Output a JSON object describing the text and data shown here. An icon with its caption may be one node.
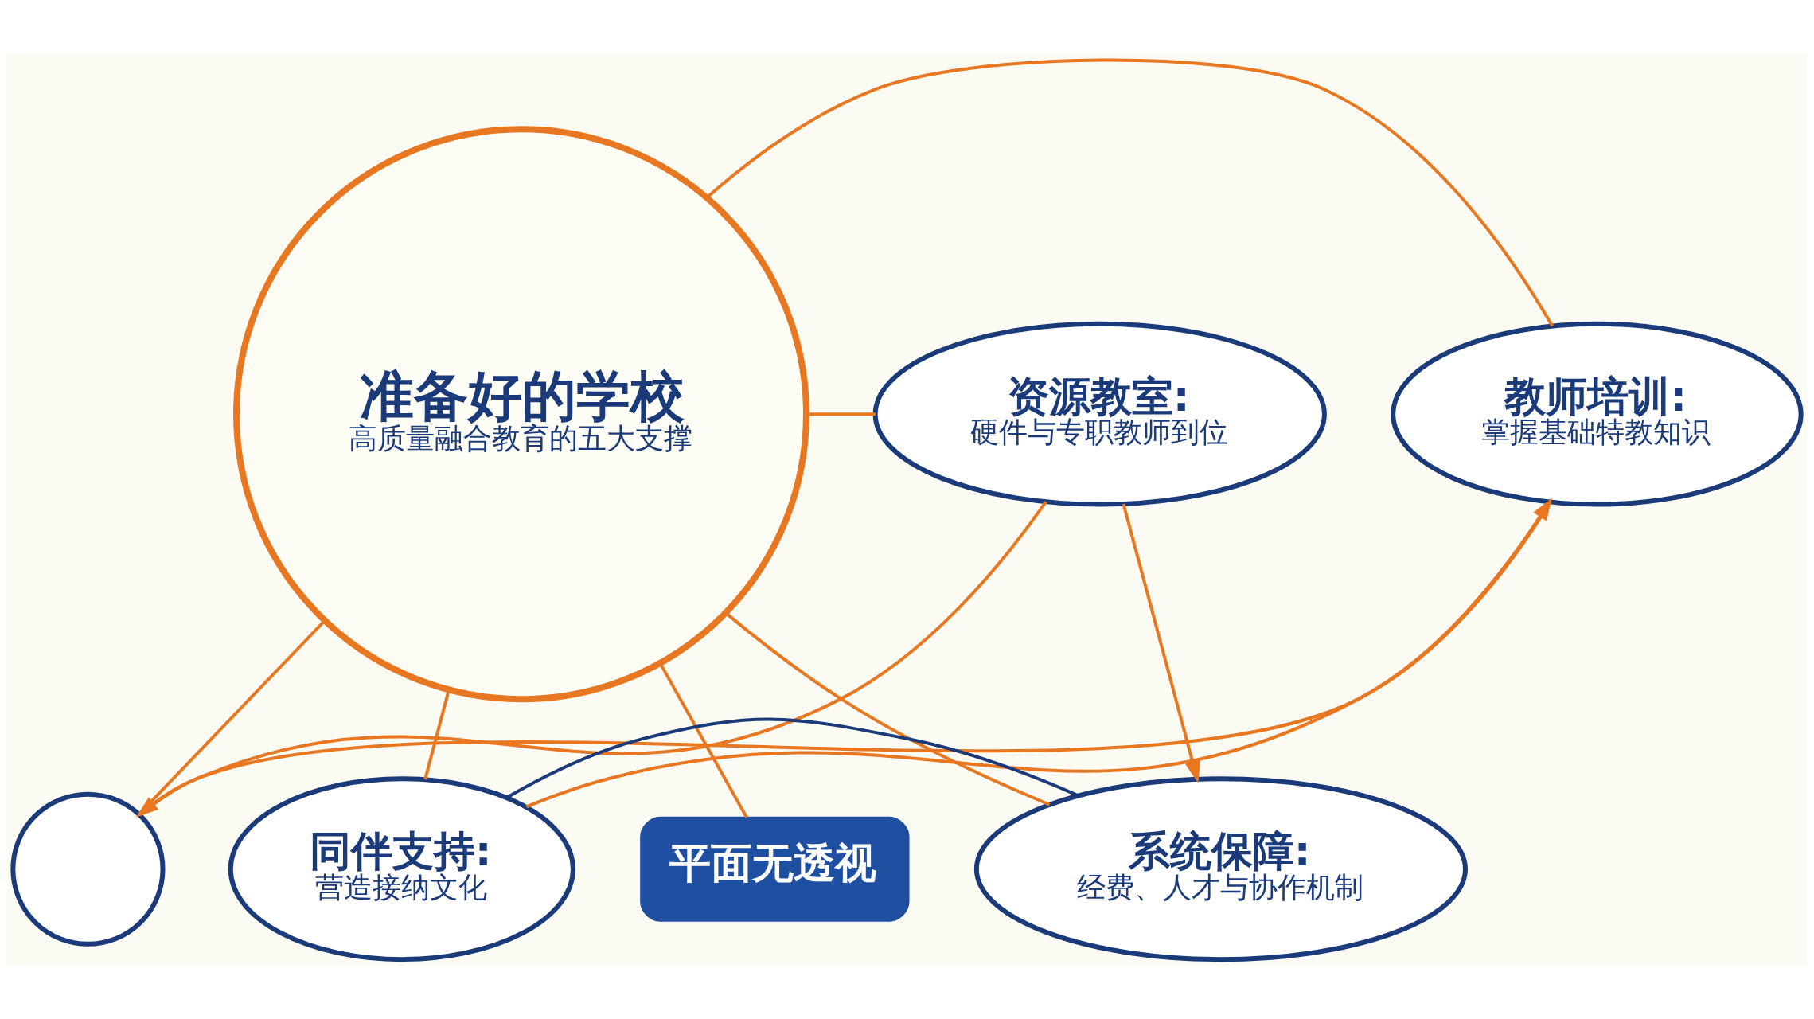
{
  "diagram": {
    "nodes": [
      {
        "text": [
          "准备好的学校",
          "高质量融合教育的五大支撑"
        ]
      },
      {
        "text": [],
        "shape": "circle"
      },
      {
        "text": [
          "教师培训:",
          "掌握基础特教知识"
        ]
      },
      {
        "text": [
          "资源教室:",
          "硬件与专职教师到位"
        ]
      },
      {
        "text": [
          "同伴支持:",
          "营造接纳文化"
        ]
      },
      {
        "text": [
          "平面无透视"
        ]
      },
      {
        "text": [
          "系统保障:",
          "经费、人才与协作机制"
        ]
      }
    ],
    "edges": [
      {
        "from": 0,
        "to": 1,
        "arrow": "none"
      },
      {
        "from": 0,
        "to": 2,
        "arrow": "none"
      },
      {
        "from": 0,
        "to": 3,
        "arrow": "none"
      },
      {
        "from": 0,
        "to": 4,
        "arrow": "none"
      },
      {
        "from": 0,
        "to": 5,
        "arrow": "none"
      },
      {
        "from": 0,
        "to": 6,
        "arrow": "none"
      },
      {
        "from": 2,
        "to": 1,
        "arrow": "to"
      },
      {
        "from": 1,
        "to": 3,
        "arrow": "none"
      },
      {
        "from": 3,
        "to": 6,
        "arrow": "to"
      },
      {
        "from": 6,
        "to": 4,
        "arrow": "none",
        "color": "#1a3a7a"
      },
      {
        "from": 4,
        "to": 2,
        "arrow": "to"
      }
    ]
  }
}
